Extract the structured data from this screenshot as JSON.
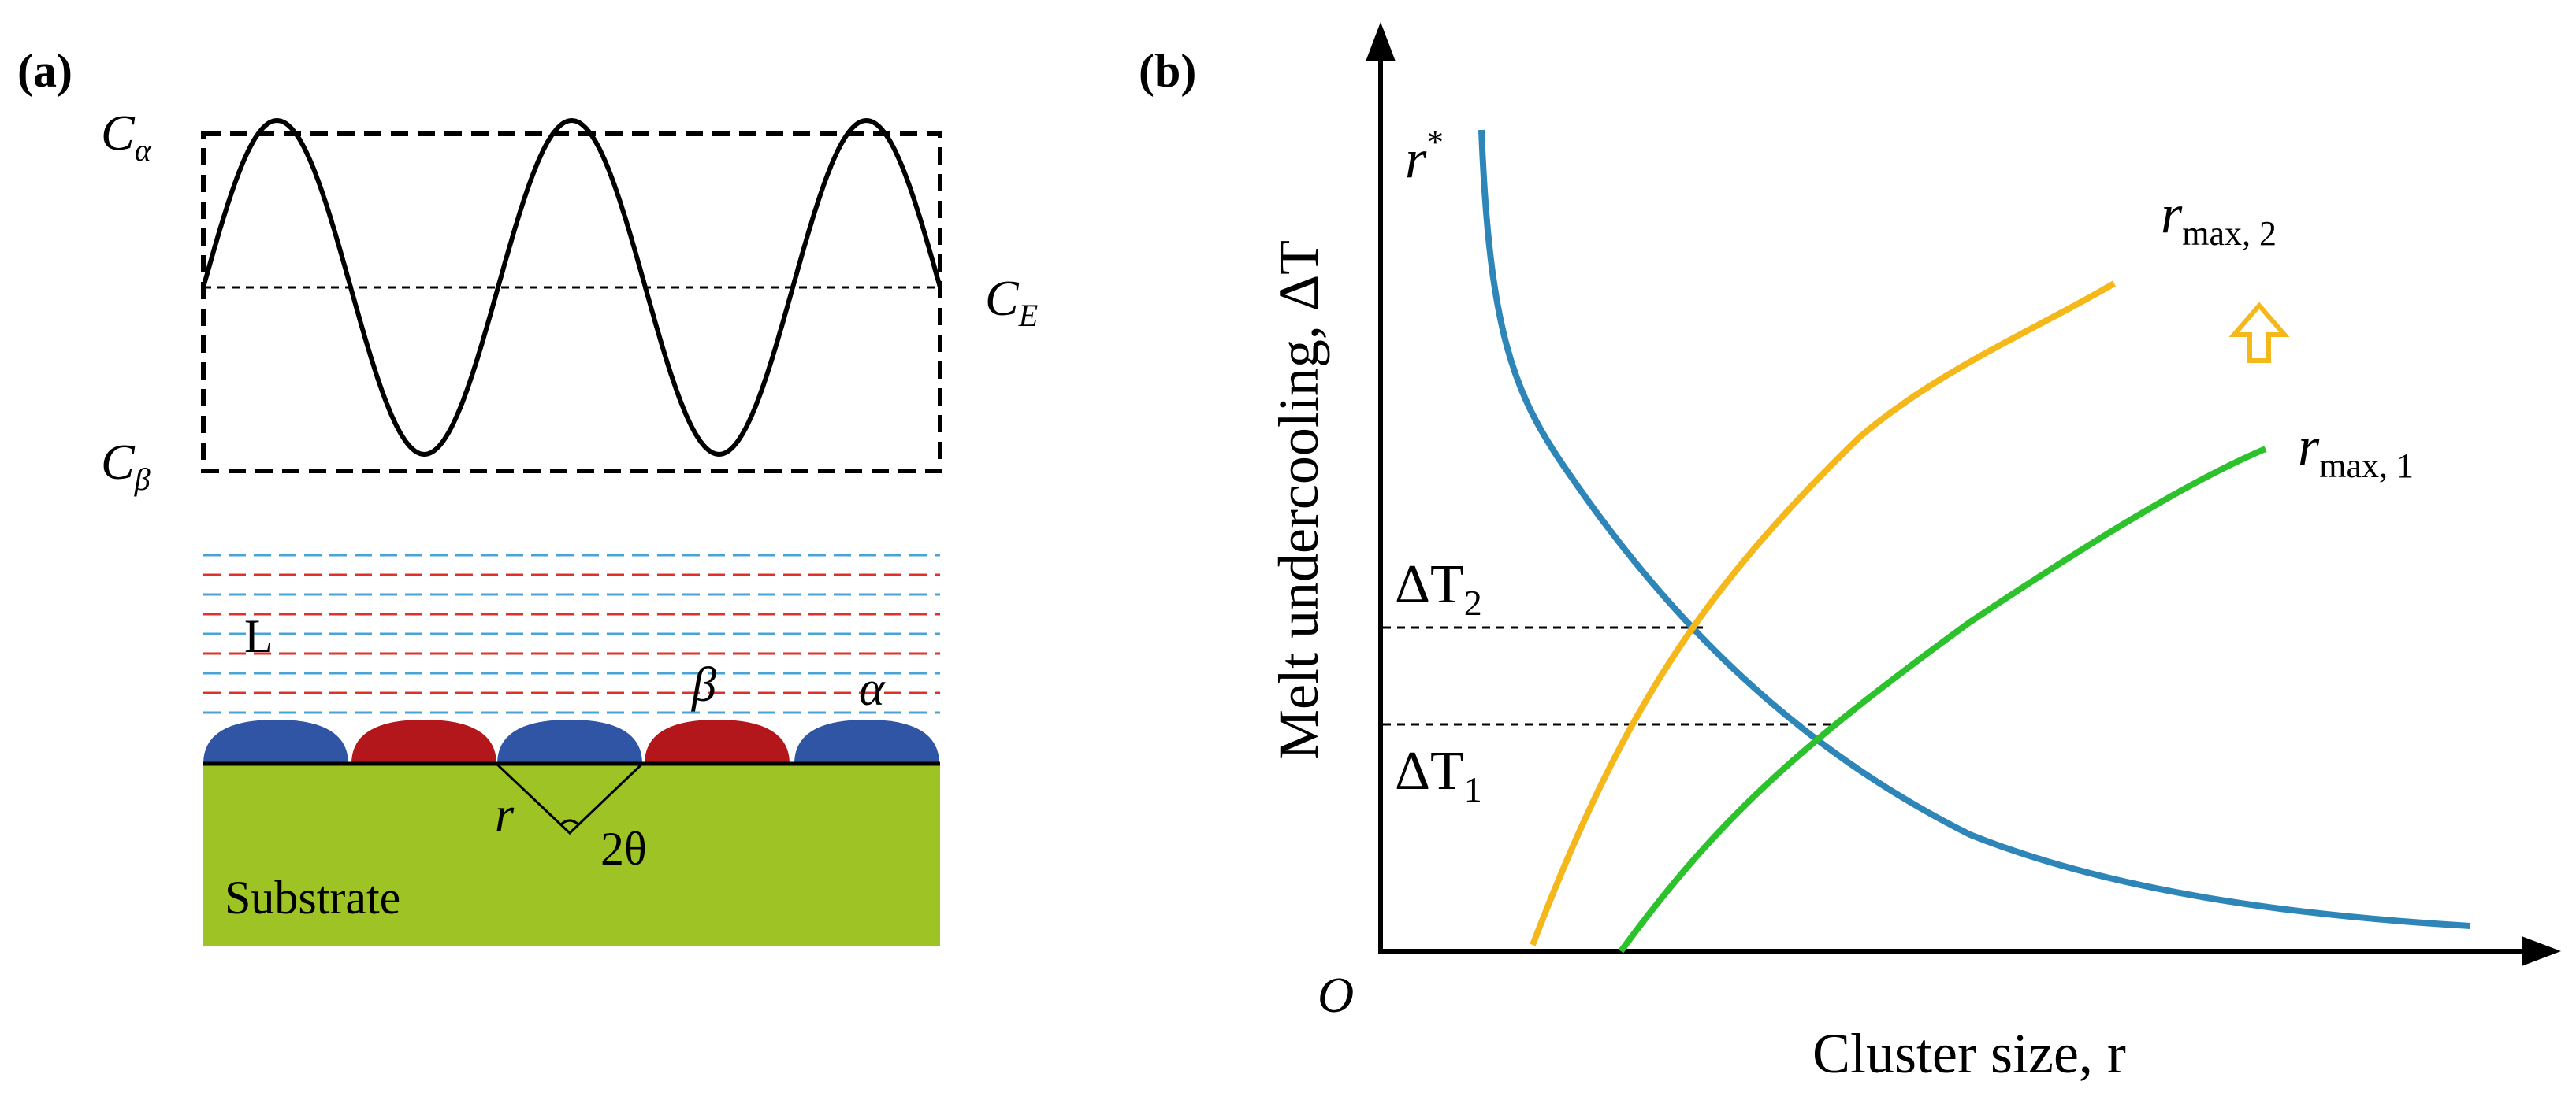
{
  "panel_a": {
    "label": "(a)",
    "top_label": "C",
    "top_label_sub": "α",
    "bottom_label": "C",
    "bottom_label_sub": "β",
    "mid_label": "C",
    "mid_label_sub": "E",
    "liquid_label": "L",
    "phase_beta": "β",
    "phase_alpha": "α",
    "radius_label": "r",
    "angle_label": "2θ",
    "substrate_label": "Substrate",
    "colors": {
      "alpha_phase": "#2f55a4",
      "beta_phase": "#b3161b",
      "substrate": "#9dc324",
      "liquid_blue_dash": "#4aa3d6",
      "liquid_red_dash": "#e0302a"
    }
  },
  "panel_b": {
    "label": "(b)",
    "y_axis_label": "Melt undercooling, ΔT",
    "x_axis_label": "Cluster size, r",
    "origin_label": "O",
    "curve_critical_label": "r",
    "curve_critical_sup": "*",
    "curve_max2_label": "r",
    "curve_max2_sub": "max, 2",
    "curve_max1_label": "r",
    "curve_max1_sub": "max, 1",
    "dT2_label": "ΔT",
    "dT2_sub": "2",
    "dT1_label": "ΔT",
    "dT1_sub": "1",
    "colors": {
      "critical_curve": "#2e86b8",
      "max2_curve": "#f5b81a",
      "max1_curve": "#2cc22c",
      "arrow": "#f5b81a"
    }
  }
}
